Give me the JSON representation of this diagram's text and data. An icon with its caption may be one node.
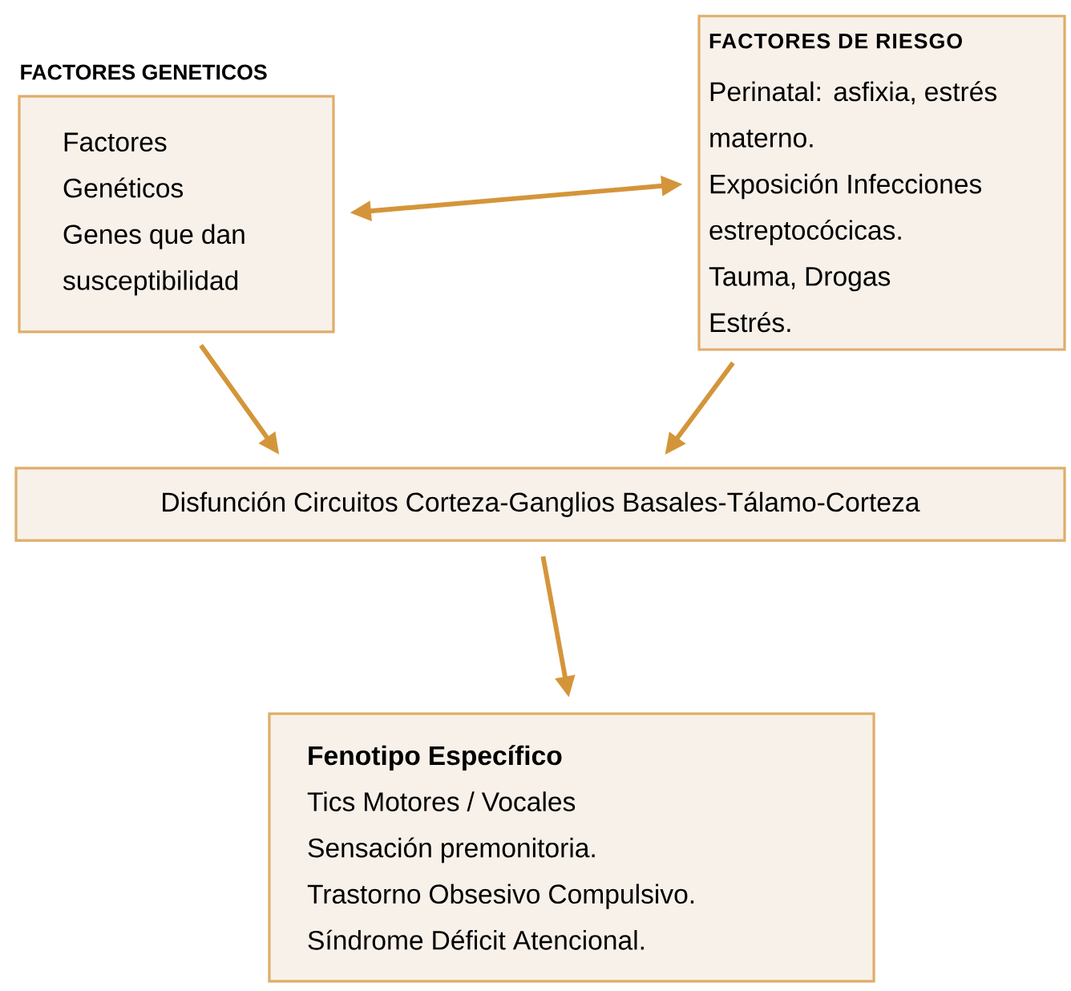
{
  "diagram": {
    "nodes": [
      {
        "text": [
          "FACTORES GENETICOS",
          "Factores Genéticos",
          "Genes que dan susceptibilidad"
        ]
      },
      {
        "text": [
          "FACTORES DE RIESGO",
          "Perinatal: asfixia, estrés materno.",
          "Exposición Infecciones estreptocócicas.",
          "Tauma, Drogas",
          "Estrés."
        ]
      },
      {
        "text": [
          "Disfunción Circuitos Corteza-Ganglios Basales-Tálamo-Corteza"
        ]
      },
      {
        "text": [
          "Fenotipo Específico",
          "Tics Motores / Vocales",
          "Sensación premonitoria.",
          "Trastorno Obsesivo Compulsivo.",
          "Síndrome Déficit Atencional."
        ]
      }
    ],
    "edges": [
      {
        "from": 0,
        "to": 1,
        "arrow": "both"
      },
      {
        "from": 0,
        "to": 2,
        "arrow": "to"
      },
      {
        "from": 1,
        "to": 2,
        "arrow": "to"
      },
      {
        "from": 2,
        "to": 3,
        "arrow": "to"
      }
    ]
  }
}
